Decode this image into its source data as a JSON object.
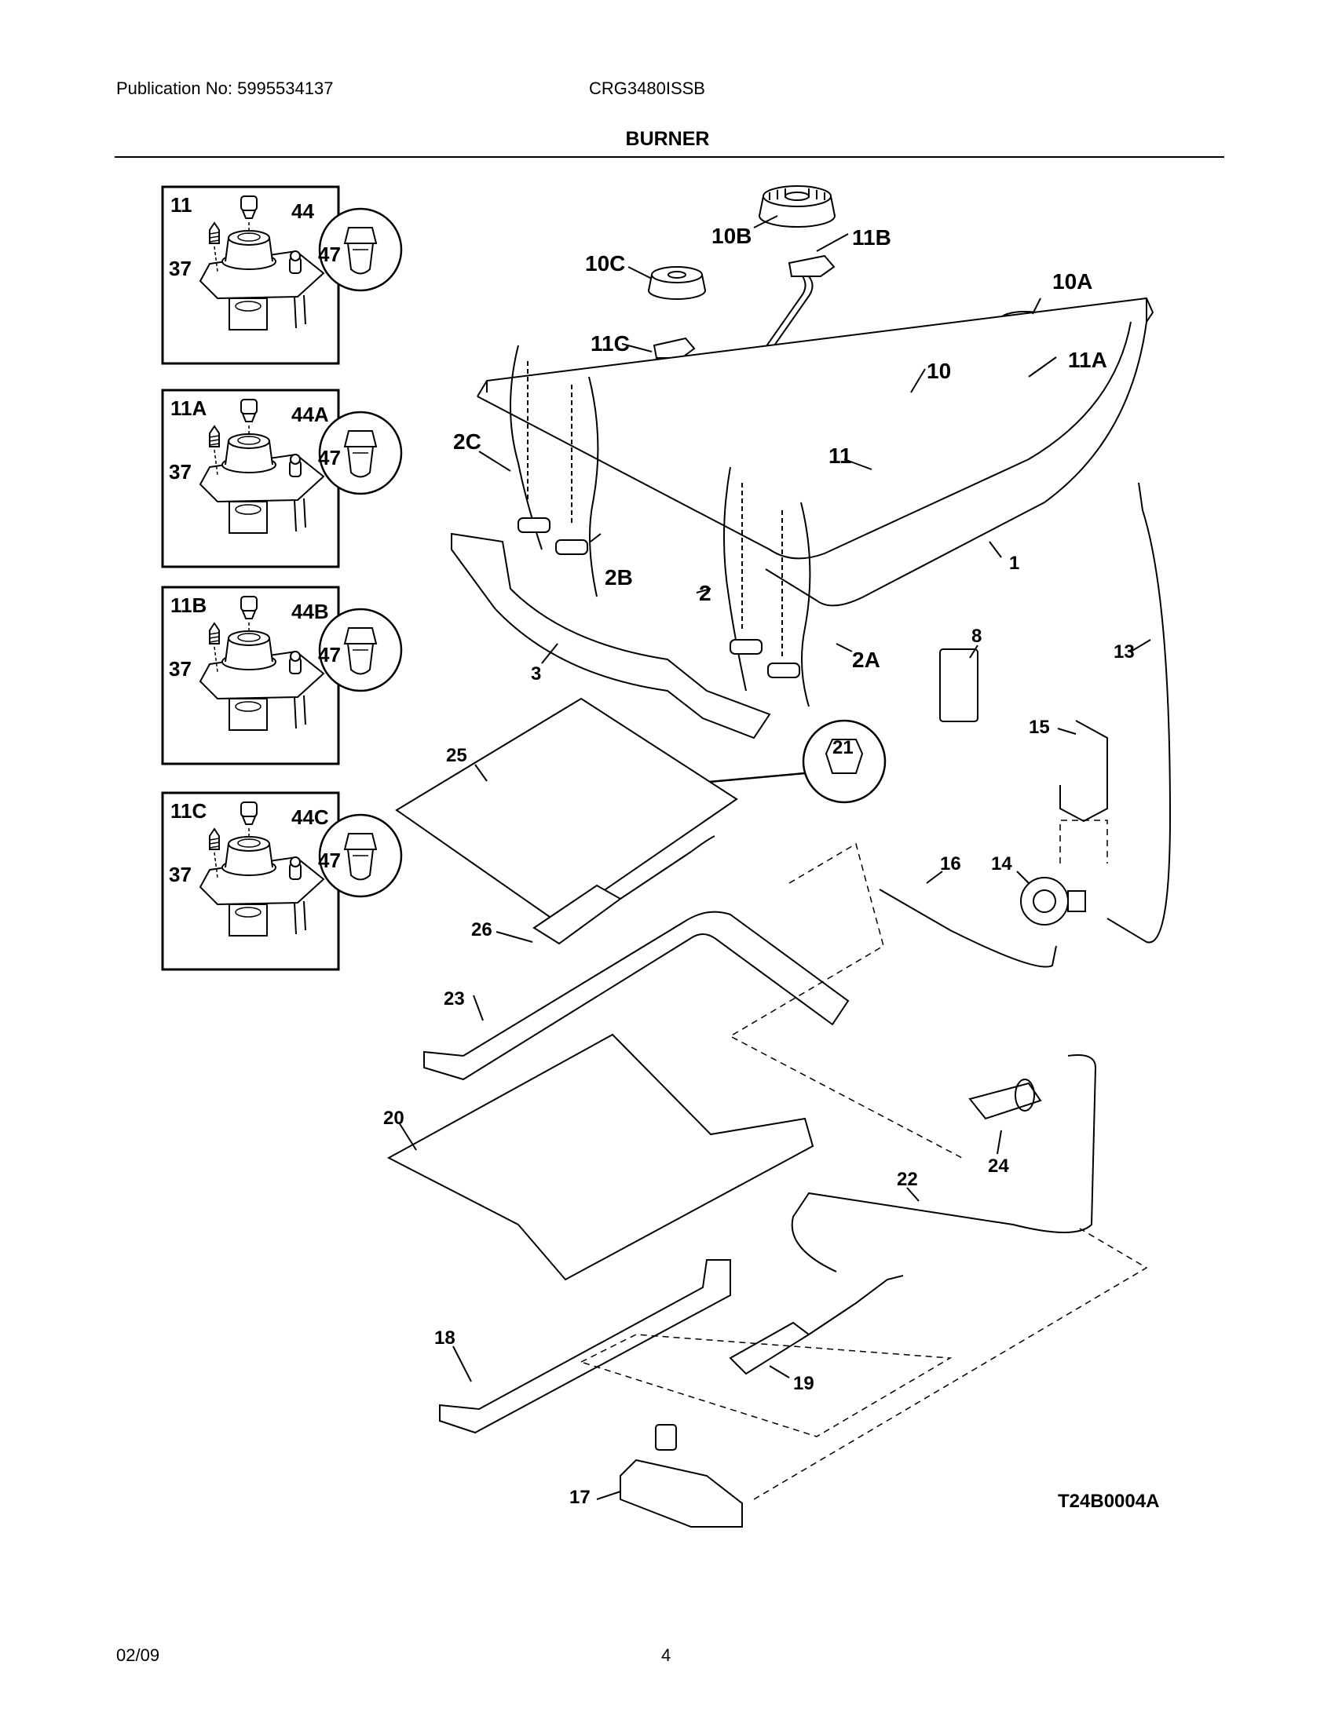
{
  "header": {
    "publication": "Publication No: 5995534137",
    "model": "CRG3480ISSB",
    "title": "BURNER"
  },
  "insets": [
    {
      "code": "11",
      "cap": "44",
      "screw": "37",
      "orifice": "47"
    },
    {
      "code": "11A",
      "cap": "44A",
      "screw": "37",
      "orifice": "47"
    },
    {
      "code": "11B",
      "cap": "44B",
      "screw": "37",
      "orifice": "47"
    },
    {
      "code": "11C",
      "cap": "44C",
      "screw": "37",
      "orifice": "47"
    }
  ],
  "callouts": {
    "c10b": "10B",
    "c11b": "11B",
    "c10c": "10C",
    "c10a": "10A",
    "c11c": "11C",
    "c11a": "11A",
    "c10": "10",
    "c11": "11",
    "c2c": "2C",
    "c2b": "2B",
    "c2": "2",
    "c2a": "2A",
    "c1": "1",
    "c3": "3",
    "c8": "8",
    "c13": "13",
    "c15": "15",
    "c21": "21",
    "c25": "25",
    "c26": "26",
    "c16": "16",
    "c14": "14",
    "c23": "23",
    "c20": "20",
    "c24": "24",
    "c22": "22",
    "c18": "18",
    "c19": "19",
    "c17": "17"
  },
  "drawing_code": "T24B0004A",
  "footer": {
    "date": "02/09",
    "page": "4"
  }
}
